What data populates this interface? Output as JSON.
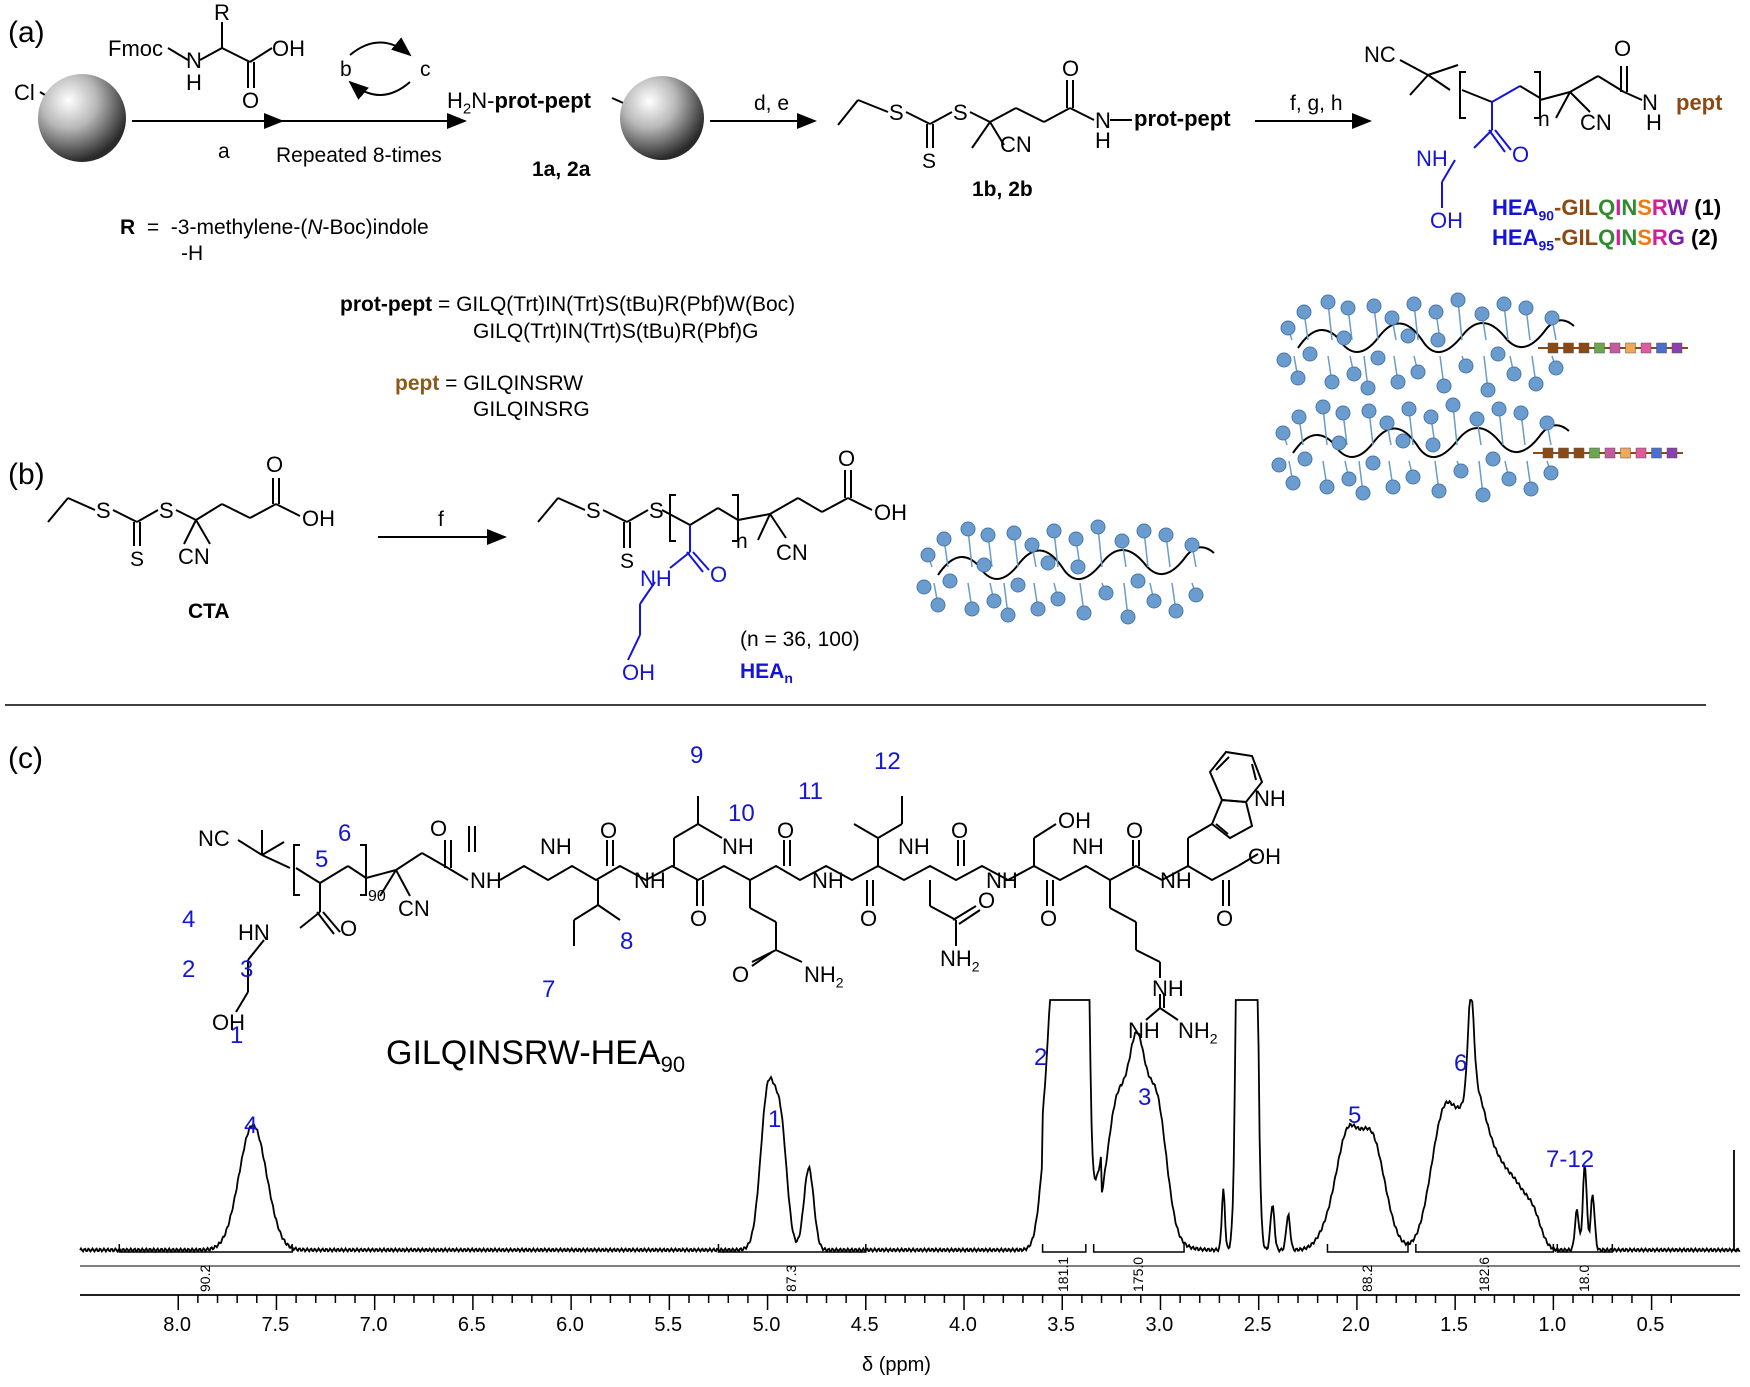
{
  "panels": {
    "a": "(a)",
    "b": "(b)",
    "c": "(c)"
  },
  "scheme_a": {
    "resin_cl": "Cl",
    "fmoc": "Fmoc",
    "nh": "N",
    "h": "H",
    "r": "R",
    "oh": "OH",
    "o": "O",
    "step_a": "a",
    "step_b": "b",
    "step_c": "c",
    "repeated": "Repeated 8-times",
    "h2n": "H",
    "h2n_sub": "2",
    "h2n_n": "N-",
    "prot_pept": "prot-pept",
    "cmpd_1a": "1a",
    "cmpd_2a": "2a",
    "step_de": "d, e",
    "s": "S",
    "cn": "CN",
    "cmpd_1b": "1b",
    "cmpd_2b": "2b",
    "step_fgh": "f, g, h",
    "nc": "NC",
    "n_sub": "n",
    "pept": "pept",
    "nh_label": "NH",
    "r_def_label": "R",
    "r_def_eq": "=",
    "r_def_1": "-3-methylene-(",
    "r_def_1_italic": "N",
    "r_def_1_end": "-Boc)indole",
    "r_def_2": "-H",
    "prot_pept_def_label": "prot-pept",
    "prot_pept_eq": " = ",
    "prot_pept_seq1": "GILQ(Trt)IN(Trt)S(tBu)R(Pbf)W(Boc)",
    "prot_pept_seq2": "GILQ(Trt)IN(Trt)S(tBu)R(Pbf)G",
    "pept_def_label": "pept",
    "pept_eq": " = ",
    "pept_seq1": "GILQINSRW",
    "pept_seq2": "GILQINSRG",
    "product1_hea": "HEA",
    "product1_sub": "90",
    "product1_dash": "-",
    "product1_seq": [
      "G",
      "I",
      "L",
      "Q",
      "I",
      "N",
      "S",
      "R",
      "W"
    ],
    "product1_num": " (1)",
    "product2_hea": "HEA",
    "product2_sub": "95",
    "product2_dash": "-",
    "product2_seq": [
      "G",
      "I",
      "L",
      "Q",
      "I",
      "N",
      "S",
      "R",
      "G"
    ],
    "product2_num": " (2)",
    "seq_colors": [
      "#8b4a12",
      "#8b4a12",
      "#8b4a12",
      "#2e8b2e",
      "#d81b9a",
      "#2e8b2e",
      "#f07a10",
      "#d81b9a",
      "#7a1fa8"
    ],
    "bead_colors": [
      "#8b4a12",
      "#8b4a12",
      "#8b4a12",
      "#6aa84f",
      "#c45aa0",
      "#f2a85a",
      "#e05aa0",
      "#4a6fd0",
      "#8b3fb0"
    ]
  },
  "scheme_b": {
    "step_f": "f",
    "s": "S",
    "oh": "OH",
    "o": "O",
    "cn": "CN",
    "cta": "CTA",
    "nh": "NH",
    "n_sub": "n",
    "n_values": "(n = 36, 100)",
    "hea": "HEA",
    "hea_sub": "n"
  },
  "structure_c": {
    "nc": "NC",
    "cn": "CN",
    "hn": "HN",
    "o": "O",
    "nh": "NH",
    "oh": "OH",
    "nh2": "NH",
    "nh2_sub": "2",
    "sub90": "90",
    "labels": [
      "1",
      "2",
      "3",
      "4",
      "5",
      "6",
      "7",
      "8",
      "9",
      "10",
      "11",
      "12"
    ],
    "title": "GILQINSRW-HEA",
    "title_sub": "90"
  },
  "spectrum": {
    "xlabel": "δ (ppm)",
    "ticks": [
      "8.0",
      "7.5",
      "7.0",
      "6.5",
      "6.0",
      "5.5",
      "5.0",
      "4.5",
      "4.0",
      "3.5",
      "3.0",
      "2.5",
      "2.0",
      "1.5",
      "1.0",
      "0.5"
    ],
    "peak_labels": [
      "4",
      "1",
      "2",
      "3",
      "5",
      "6",
      "7-12"
    ],
    "integrals": [
      "90.2",
      "87.3",
      "181.1",
      "175.0",
      "88.2",
      "182.6",
      "18.0"
    ]
  }
}
